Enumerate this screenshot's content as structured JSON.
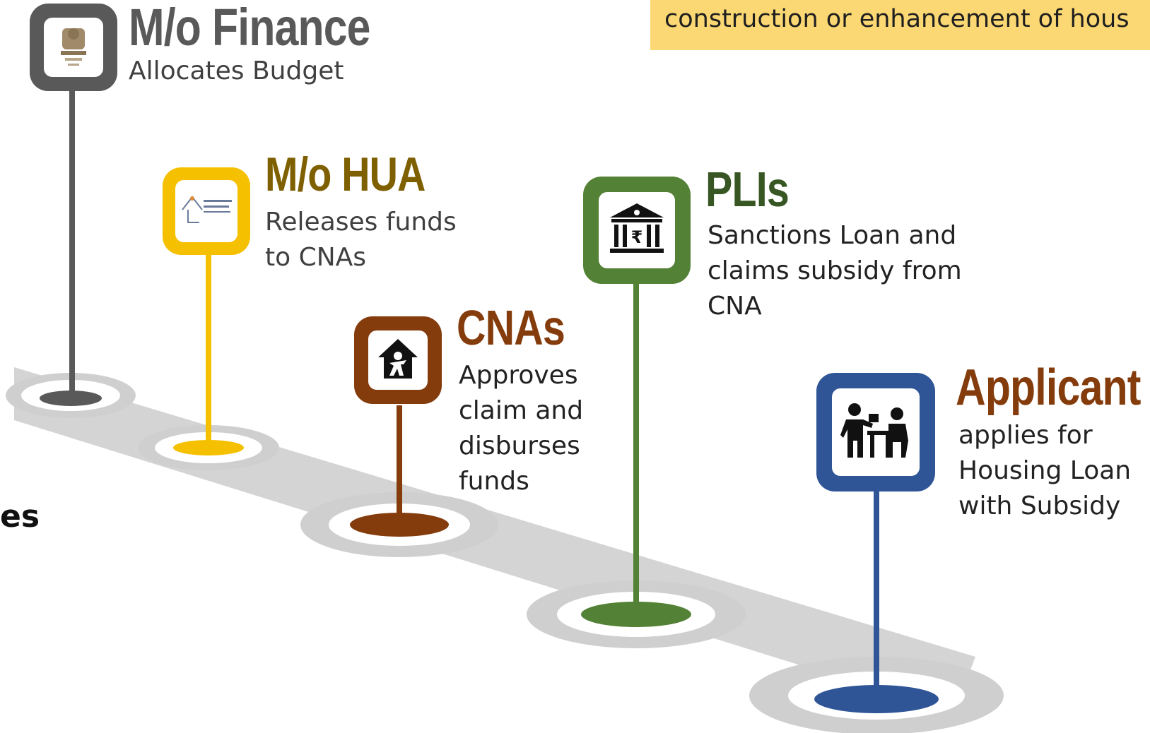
{
  "banner": {
    "text": "construction or enhancement of hous"
  },
  "side_text": "es",
  "stages": [
    {
      "id": "finance",
      "title": "M/o Finance",
      "description": "Allocates Budget",
      "color": "#595959",
      "icon": "emblem-icon"
    },
    {
      "id": "hua",
      "title": "M/o HUA",
      "description": "Releases funds\nto CNAs",
      "color": "#f5c000",
      "icon": "pmay-logo-icon"
    },
    {
      "id": "cnas",
      "title": "CNAs",
      "description": "Approves\nclaim and\ndisburses\nfunds",
      "color": "#843c0c",
      "icon": "house-person-icon"
    },
    {
      "id": "plis",
      "title": "PLIs",
      "description": "Sanctions Loan and\nclaims subsidy from\nCNA",
      "color": "#538135",
      "icon": "bank-rupee-icon"
    },
    {
      "id": "applicant",
      "title": "Applicant",
      "description": "applies for\nHousing Loan\nwith Subsidy",
      "color": "#2f5597",
      "icon": "meeting-desk-icon"
    }
  ]
}
